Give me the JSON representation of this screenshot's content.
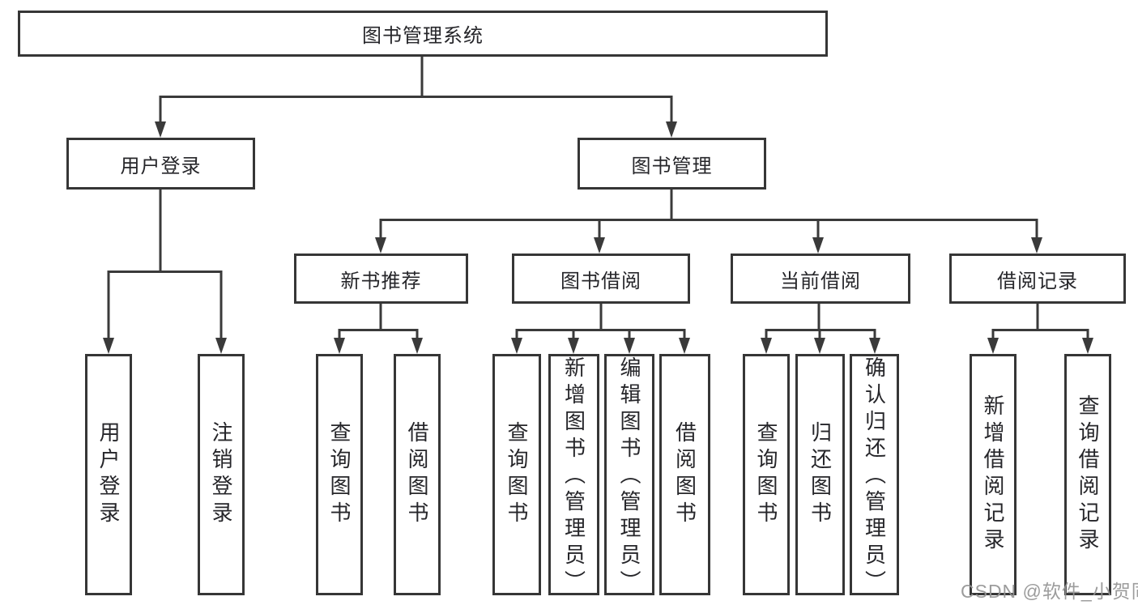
{
  "diagram": {
    "type": "hierarchy-tree",
    "root": {
      "label": "图书管理系统",
      "children": [
        {
          "label": "用户登录",
          "children": [
            {
              "label": "用户登录"
            },
            {
              "label": "注销登录"
            }
          ]
        },
        {
          "label": "图书管理",
          "children": [
            {
              "label": "新书推荐",
              "children": [
                {
                  "label": "查询图书"
                },
                {
                  "label": "借阅图书"
                }
              ]
            },
            {
              "label": "图书借阅",
              "children": [
                {
                  "label": "查询图书"
                },
                {
                  "label": "新增图书（管理员）"
                },
                {
                  "label": "编辑图书（管理员）"
                },
                {
                  "label": "借阅图书"
                }
              ]
            },
            {
              "label": "当前借阅",
              "children": [
                {
                  "label": "查询图书"
                },
                {
                  "label": "归还图书"
                },
                {
                  "label": "确认归还（管理员）"
                }
              ]
            },
            {
              "label": "借阅记录",
              "children": [
                {
                  "label": "新增借阅记录"
                },
                {
                  "label": "查询借阅记录"
                }
              ]
            }
          ]
        }
      ]
    }
  },
  "colors": {
    "background": "#ffffff",
    "line": "#3a3a3a",
    "border": "#363636",
    "text": "#26262a",
    "watermark": "#949494"
  },
  "watermark": {
    "text": "CSDN @软件_小贺同学"
  }
}
